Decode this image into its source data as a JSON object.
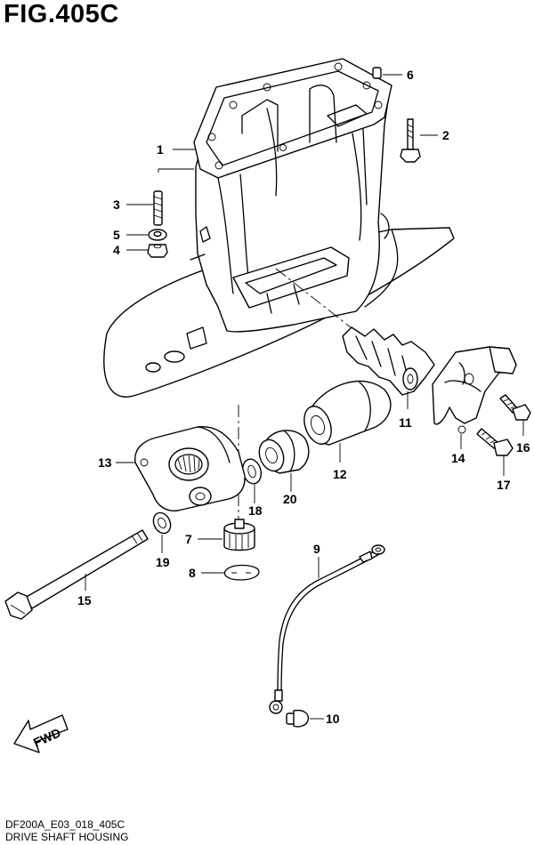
{
  "figure": {
    "title": "FIG.405C",
    "code": "DF200A_E03_018_405C",
    "name": "DRIVE SHAFT HOUSING",
    "direction_label": "FWD"
  },
  "callouts": [
    "1",
    "2",
    "3",
    "4",
    "5",
    "6",
    "7",
    "8",
    "9",
    "10",
    "11",
    "12",
    "13",
    "14",
    "15",
    "16",
    "17",
    "18",
    "19",
    "20"
  ]
}
